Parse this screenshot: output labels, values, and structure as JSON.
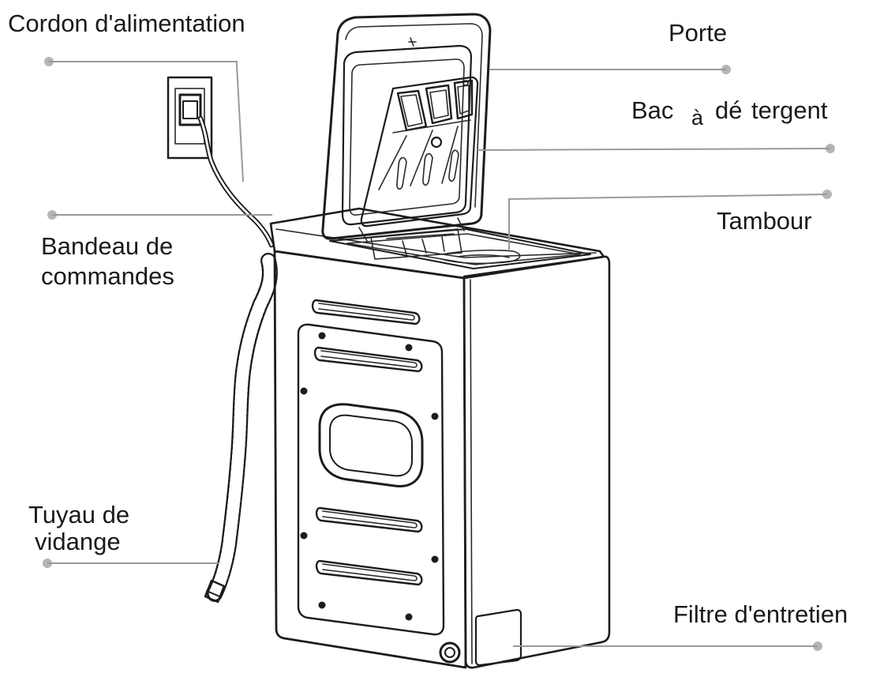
{
  "labels": {
    "power_cord": "Cordon d'alimentation",
    "door": "Porte",
    "detergent_line1": "Bac",
    "detergent_line2": "à",
    "detergent_line3": "dé",
    "detergent_line4": "tergent",
    "drum": "Tambour",
    "control_line1": "Bandeau de",
    "control_line2": "commandes",
    "drain_line1": "Tuyau de",
    "drain_line2": "vidange",
    "filter": "Filtre d'entretien"
  },
  "colors": {
    "line": "#1c1c1c",
    "leader": "#9a9a9a",
    "dot": "#b5b5b5",
    "text": "#1a1a1a"
  }
}
